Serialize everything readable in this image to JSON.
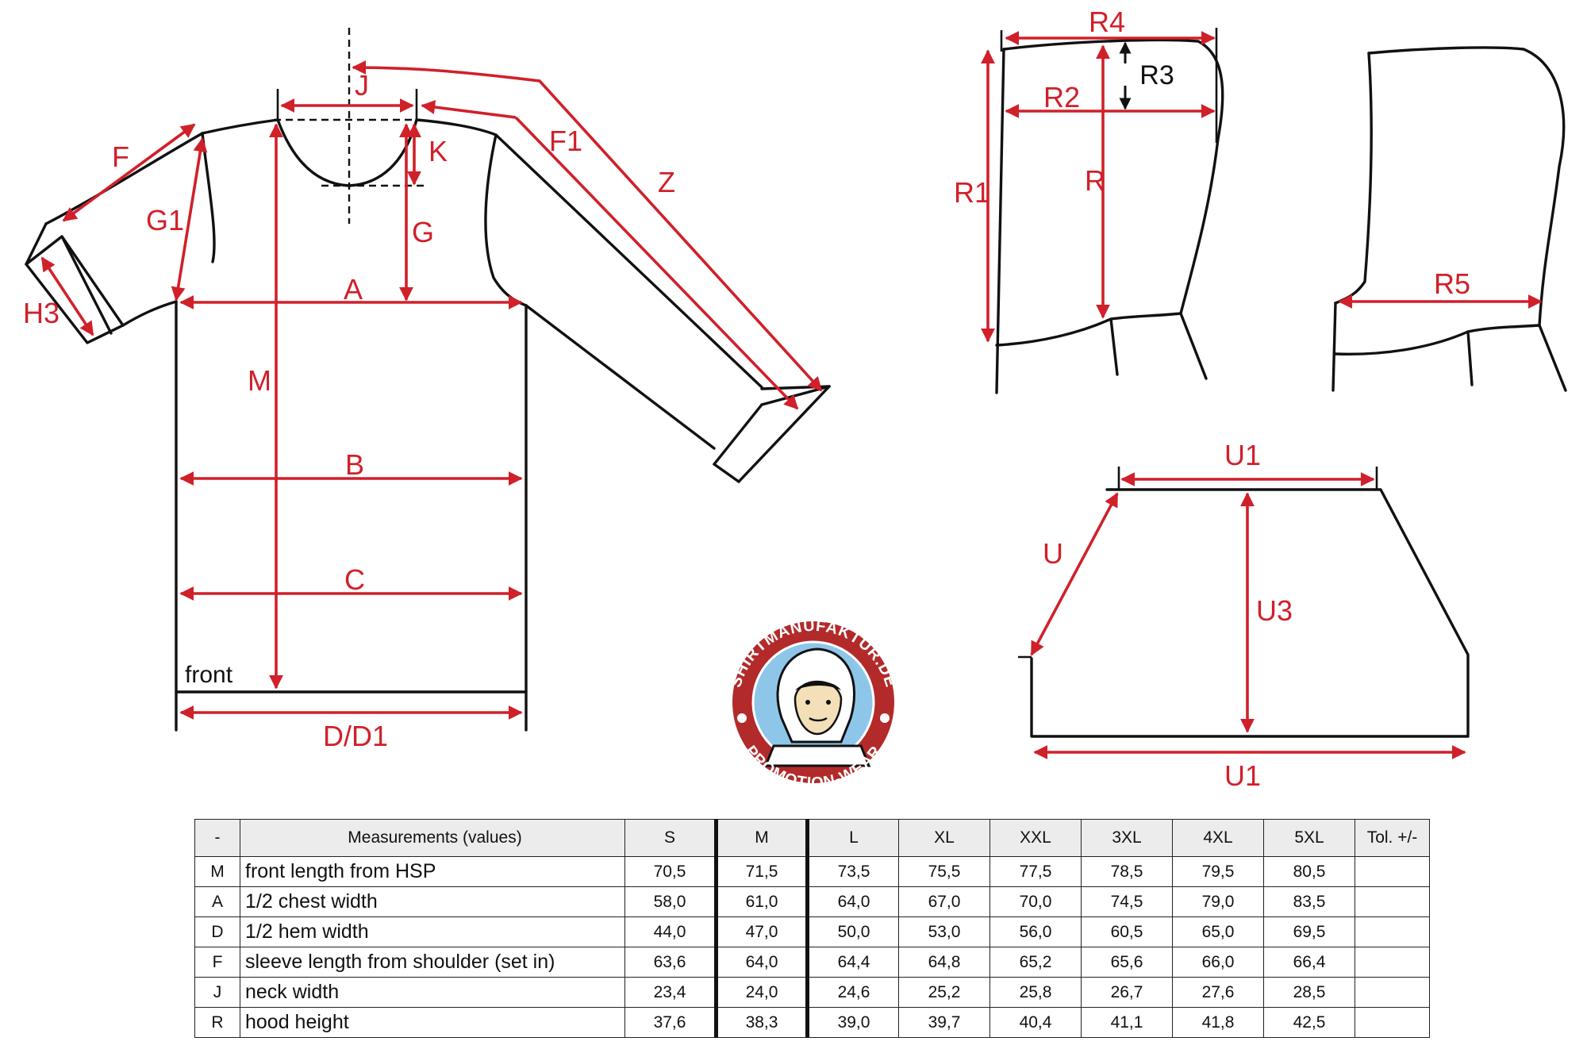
{
  "labels": {
    "J": "J",
    "K": "K",
    "F": "F",
    "F1": "F1",
    "Z": "Z",
    "G1": "G1",
    "G": "G",
    "H3": "H3",
    "A": "A",
    "M": "M",
    "B": "B",
    "C": "C",
    "D_D1": "D/D1",
    "front": "front",
    "R4": "R4",
    "R3": "R3",
    "R2": "R2",
    "R1": "R1",
    "R": "R",
    "R5": "R5",
    "U1_top": "U1",
    "U": "U",
    "U3": "U3",
    "U1_bottom": "U1"
  },
  "logo": {
    "text_top": "SHIRTMANUFAKTUR.DE",
    "text_bottom": "PROMOTION-WEAR"
  },
  "colors": {
    "measure_red": "#d0202a",
    "outline": "#111111",
    "logo_ring": "#b32a2a",
    "logo_sky": "#8ec6ea"
  },
  "table": {
    "header": [
      "-",
      "Measurements (values)",
      "S",
      "M",
      "L",
      "XL",
      "XXL",
      "3XL",
      "4XL",
      "5XL",
      "Tol. +/-"
    ],
    "rows": [
      [
        "M",
        "front length from HSP",
        "70,5",
        "71,5",
        "73,5",
        "75,5",
        "77,5",
        "78,5",
        "79,5",
        "80,5",
        ""
      ],
      [
        "A",
        "1/2 chest width",
        "58,0",
        "61,0",
        "64,0",
        "67,0",
        "70,0",
        "74,5",
        "79,0",
        "83,5",
        ""
      ],
      [
        "D",
        "1/2 hem width",
        "44,0",
        "47,0",
        "50,0",
        "53,0",
        "56,0",
        "60,5",
        "65,0",
        "69,5",
        ""
      ],
      [
        "F",
        "sleeve length from shoulder (set in)",
        "63,6",
        "64,0",
        "64,4",
        "64,8",
        "65,2",
        "65,6",
        "66,0",
        "66,4",
        ""
      ],
      [
        "J",
        "neck width",
        "23,4",
        "24,0",
        "24,6",
        "25,2",
        "25,8",
        "26,7",
        "27,6",
        "28,5",
        ""
      ],
      [
        "R",
        "hood height",
        "37,6",
        "38,3",
        "39,0",
        "39,7",
        "40,4",
        "41,1",
        "41,8",
        "42,5",
        ""
      ]
    ]
  }
}
